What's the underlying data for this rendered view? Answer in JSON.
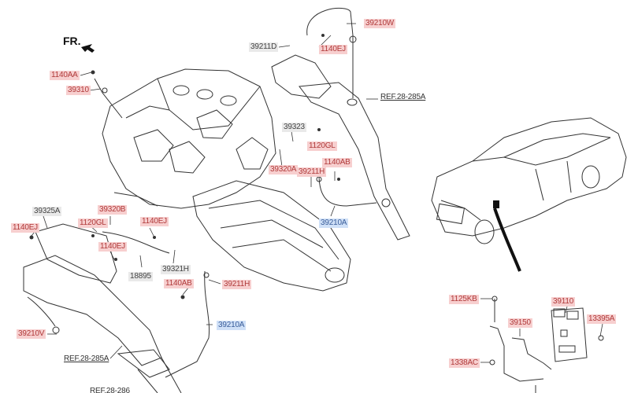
{
  "diagram": {
    "title": "Engine control / oxygen sensor parts diagram",
    "direction_label": "FR.",
    "colors": {
      "new_part_highlight": "#f7cfcf",
      "standard_part_highlight": "#e9e9e9",
      "selected_part_highlight": "#cfe0f7",
      "line": "#333333"
    },
    "labels": {
      "p1140AA": "1140AA",
      "p39310": "39310",
      "p39210W": "39210W",
      "p39211D": "39211D",
      "p1140EJ_top": "1140EJ",
      "ref_top": "REF.28-285A",
      "p39323": "39323",
      "p1120GL_right": "1120GL",
      "p39320A": "39320A",
      "p39211H_top": "39211H",
      "p1140AB_top": "1140AB",
      "p39210A_top": "39210A",
      "p39325A": "39325A",
      "p39320B": "39320B",
      "p1140EJ_left": "1140EJ",
      "p1120GL_left": "1120GL",
      "p1140EJ_mid": "1140EJ",
      "p1140EJ_low": "1140EJ",
      "p18895": "18895",
      "p39321H": "39321H",
      "p1140AB_low": "1140AB",
      "p39211H_low": "39211H",
      "p39210A_low": "39210A",
      "p39210V": "39210V",
      "ref_left": "REF.28-285A",
      "ref_bottom": "REF.28-286",
      "p1125KB": "1125KB",
      "p39110": "39110",
      "p39150": "39150",
      "p13395A": "13395A",
      "p1338AC": "1338AC"
    }
  }
}
